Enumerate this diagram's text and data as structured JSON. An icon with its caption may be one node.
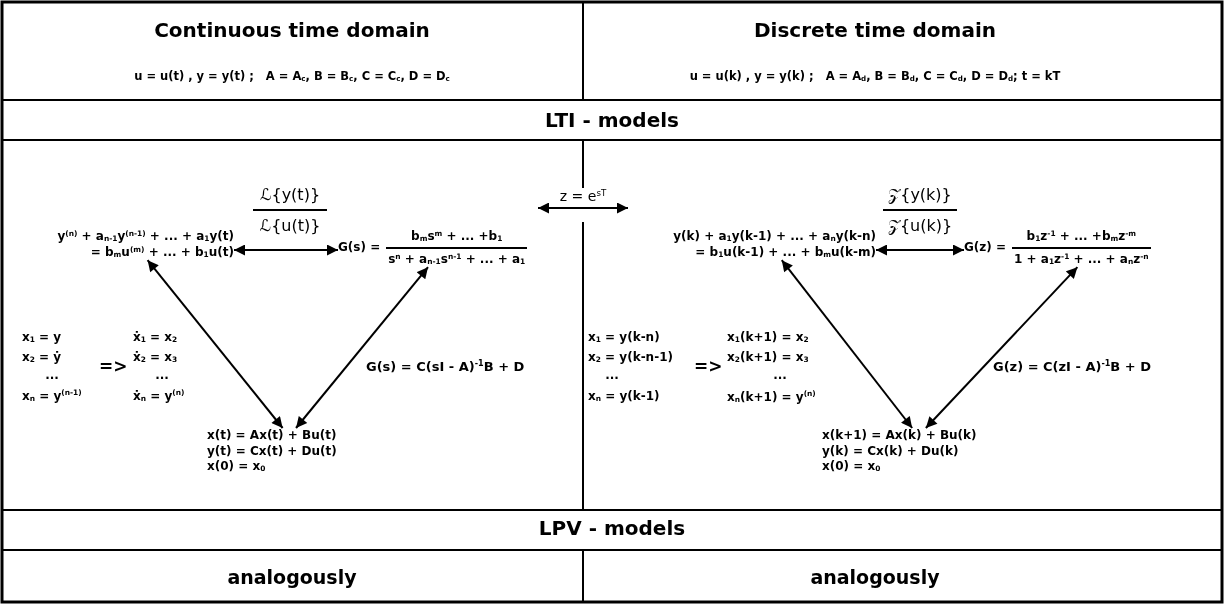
{
  "diagram": {
    "nodes": [
      {
        "text": [
          "y$^{(n)}$ + a$_{n-1}$y$^{(n-1)}$ + ... + a$_{1}$y(t)",
          "= b$_{m}$u$^{(m)}$ + ... + b$_{1}$u(t)"
        ]
      },
      {
        "text": [
          "G(s) =",
          "b$_{m}$s$^{m}$ + ... +b$_{1}$",
          "s$^{n}$ + a$_{n-1}$s$^{n-1}$ + ... + a$_{1}$"
        ]
      },
      {
        "text": [
          "x(t) = Ax(t) + Bu(t)",
          "y(t) = Cx(t) + Du(t)",
          "x(0) = x$_{0}$"
        ]
      },
      {
        "text": [
          "y(k) + a$_{1}$y(k-1) + ... + a$_{n}$y(k-n)",
          "= b$_{1}$u(k-1) + ... + b$_{m}$u(k-m)"
        ]
      },
      {
        "text": [
          "G(z) =",
          "b$_{1}$z$^{-1}$ + ... +b$_{m}$z$^{-m}$",
          "1 + a$_{1}$z$^{-1}$ + ... + a$_{n}$z$^{-n}$"
        ]
      },
      {
        "text": [
          "x(k+1) = Ax(k) + Bu(k)",
          "y(k) = Cx(k) + Du(k)",
          "x(0) = x$_{0}$"
        ]
      }
    ],
    "edges": [
      {
        "from": 0,
        "to": 1,
        "arrow": "both"
      },
      {
        "from": 0,
        "to": 2,
        "arrow": "both"
      },
      {
        "from": 1,
        "to": 2,
        "arrow": "both"
      },
      {
        "from": 3,
        "to": 4,
        "arrow": "both"
      },
      {
        "from": 3,
        "to": 5,
        "arrow": "both"
      },
      {
        "from": 4,
        "to": 5,
        "arrow": "both"
      },
      {
        "from": 1,
        "to": 3,
        "arrow": "both",
        "label": "z = e$^{sT}$"
      }
    ],
    "labels": [
      "Continuous time domain",
      "u = u(t) , y = y(t) ;   A = A$_{c}$, B = B$_{c}$, C = C$_{c}$, D = D$_{c}$",
      "Discrete time domain",
      "u = u(k) , y = y(k) ;   A = A$_{d}$, B = B$_{d}$, C = C$_{d}$, D = D$_{d}$; t = kT",
      "LTI - models",
      "ℒ{y(t)}",
      "ℒ{u(t)}",
      "𝒵{y(k)}",
      "𝒵{u(k)}",
      "x$_{1}$ = y",
      "x$_{2}$ = ẏ",
      "...",
      "x$_{n}$ = y$^{(n-1)}$",
      "=>",
      "ẋ$_{1}$ = x$_{2}$",
      "ẋ$_{2}$ = x$_{3}$",
      "...",
      "ẋ$_{n}$ = y$^{(n)}$",
      "G(s) = C(sI - A)$^{-1}$B + D",
      "x$_{1}$ = y(k-n)",
      "x$_{2}$ = y(k-n-1)",
      "...",
      "x$_{n}$ = y(k-1)",
      "=>",
      "x$_{1}$(k+1) = x$_{2}$",
      "x$_{2}$(k+1) = x$_{3}$",
      "...",
      "x$_{n}$(k+1) = y$^{(n)}$",
      "G(z) = C(zI - A)$^{-1}$B + D",
      "LPV - models",
      "analogously",
      "analogously"
    ]
  }
}
